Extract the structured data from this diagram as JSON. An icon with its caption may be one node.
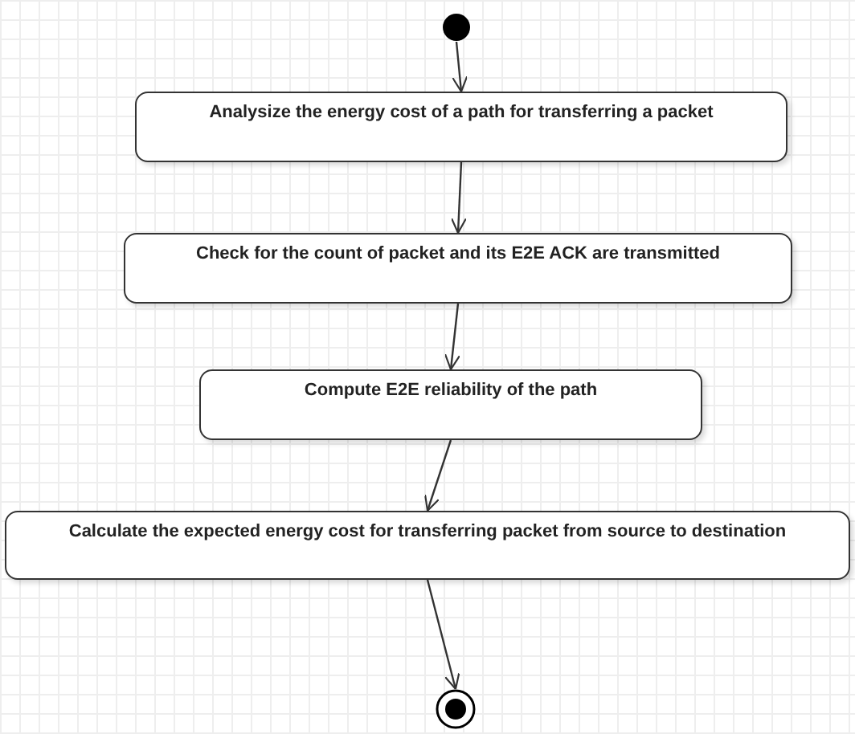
{
  "diagram": {
    "nodes": [
      {
        "text": [],
        "shape": "circle"
      },
      {
        "text": [
          "Analysize the energy cost of a path for transferring a packet"
        ]
      },
      {
        "text": [
          "Check for the count of packet and its E2E ACK are transmitted"
        ]
      },
      {
        "text": [
          "Compute E2E reliability of the path"
        ]
      },
      {
        "text": [
          "Calculate the expected energy cost for transferring packet from source to destination"
        ]
      },
      {
        "text": [],
        "shape": "bullseye"
      }
    ],
    "edges": [
      {
        "from": 0,
        "to": 1,
        "arrow": "to"
      },
      {
        "from": 1,
        "to": 2,
        "arrow": "to"
      },
      {
        "from": 2,
        "to": 3,
        "arrow": "to"
      },
      {
        "from": 3,
        "to": 4,
        "arrow": "to"
      },
      {
        "from": 4,
        "to": 5,
        "arrow": "to"
      }
    ]
  }
}
